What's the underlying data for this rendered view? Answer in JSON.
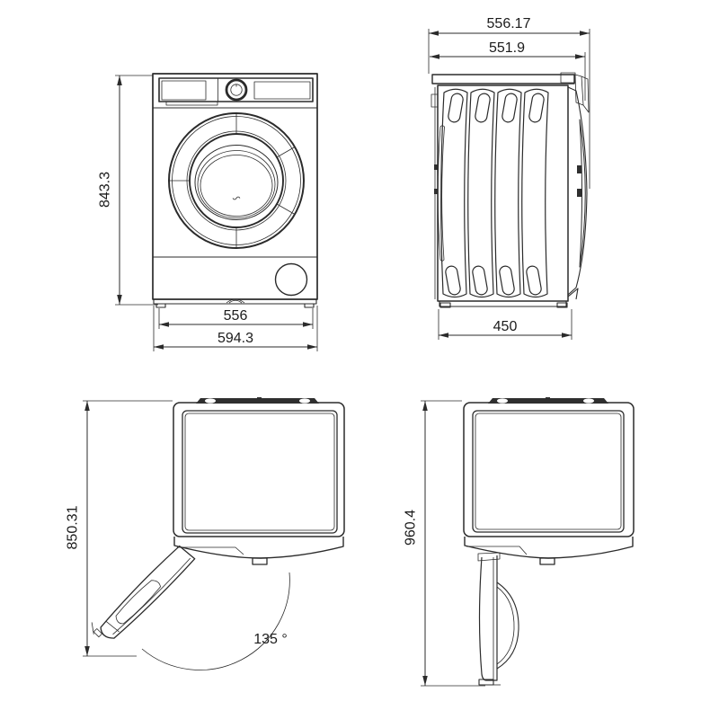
{
  "drawing": {
    "background": "#ffffff",
    "line_color": "#2b2b2b",
    "text_color": "#1c1c1c"
  },
  "views": {
    "front": {
      "label": "front-view",
      "dims": {
        "height": "843.3",
        "width_feet": "556",
        "width_overall": "594.3"
      }
    },
    "side": {
      "label": "side-view",
      "dims": {
        "depth_overall": "556.17",
        "depth_body": "551.9",
        "depth_base": "450"
      }
    },
    "top_open": {
      "label": "top-view-door-open",
      "dims": {
        "depth_door_open": "850.31",
        "door_angle": "135 °"
      }
    },
    "side_open": {
      "label": "side-view-door-open",
      "dims": {
        "depth_door_open": "960.4"
      }
    }
  }
}
